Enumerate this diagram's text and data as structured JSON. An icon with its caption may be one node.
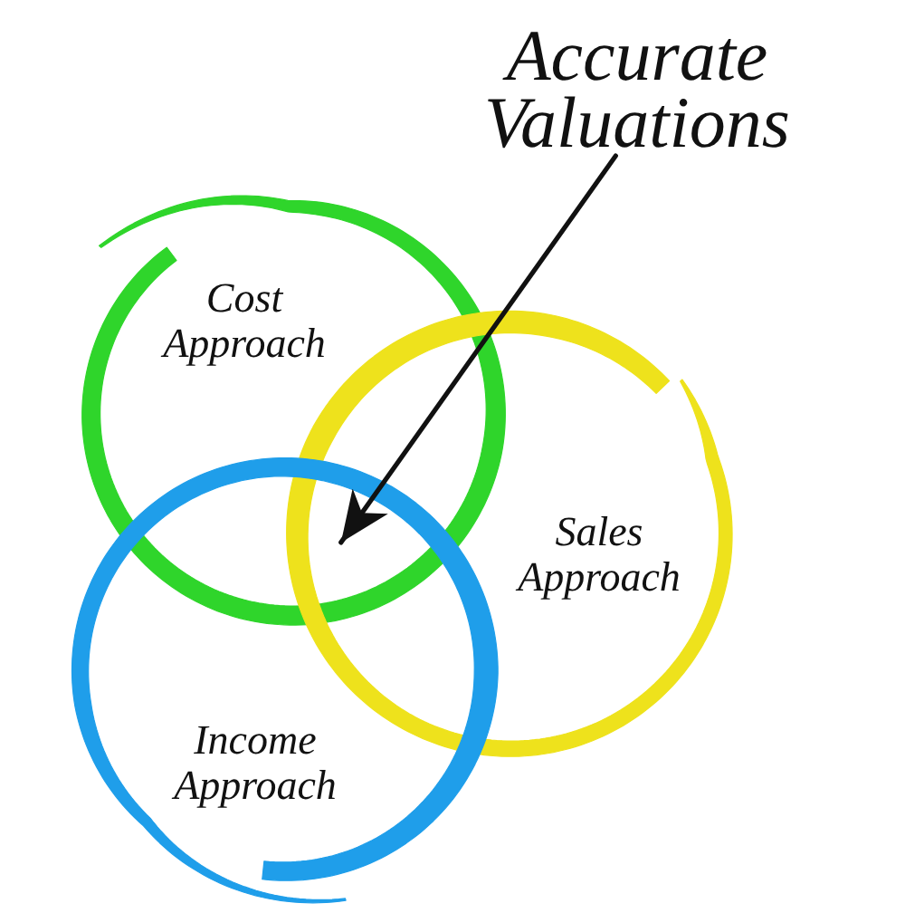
{
  "diagram": {
    "nodes": [
      {
        "text": [
          "Accurate Valuations"
        ]
      },
      {
        "text": [
          "Cost Approach"
        ]
      },
      {
        "text": [
          "Sales Approach"
        ]
      },
      {
        "text": [
          "Income Approach"
        ]
      }
    ],
    "edges": [
      {
        "from": 0,
        "to": 2,
        "arrow": "to"
      }
    ]
  }
}
